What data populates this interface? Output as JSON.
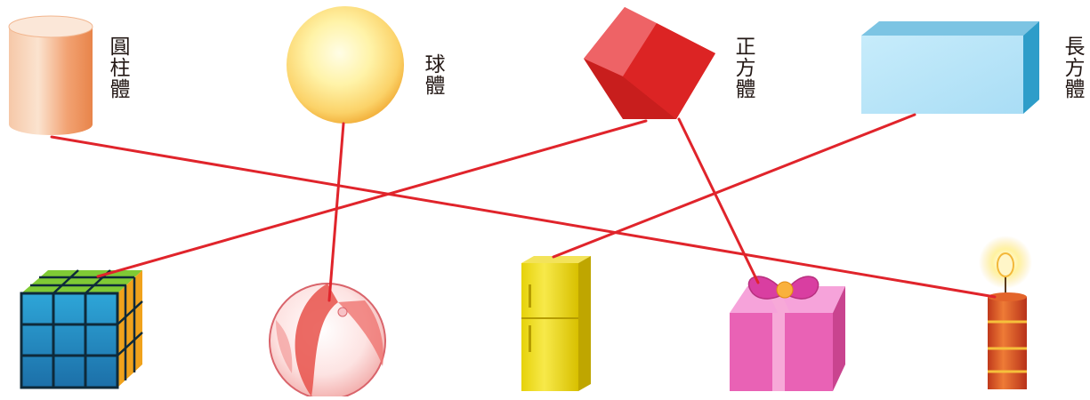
{
  "shapes": [
    {
      "id": "cylinder",
      "label": "圓柱體"
    },
    {
      "id": "sphere",
      "label": "球體"
    },
    {
      "id": "cube",
      "label": "正方體"
    },
    {
      "id": "cuboid",
      "label": "長方體"
    }
  ],
  "objects": [
    {
      "id": "rubiks-cube",
      "matches": "cube"
    },
    {
      "id": "beach-ball",
      "matches": "sphere"
    },
    {
      "id": "refrigerator",
      "matches": "cuboid"
    },
    {
      "id": "gift-box",
      "matches": "cube"
    },
    {
      "id": "candle",
      "matches": "cylinder"
    }
  ],
  "colors": {
    "connector_line": "#e0242b",
    "label_text": "#231815"
  }
}
